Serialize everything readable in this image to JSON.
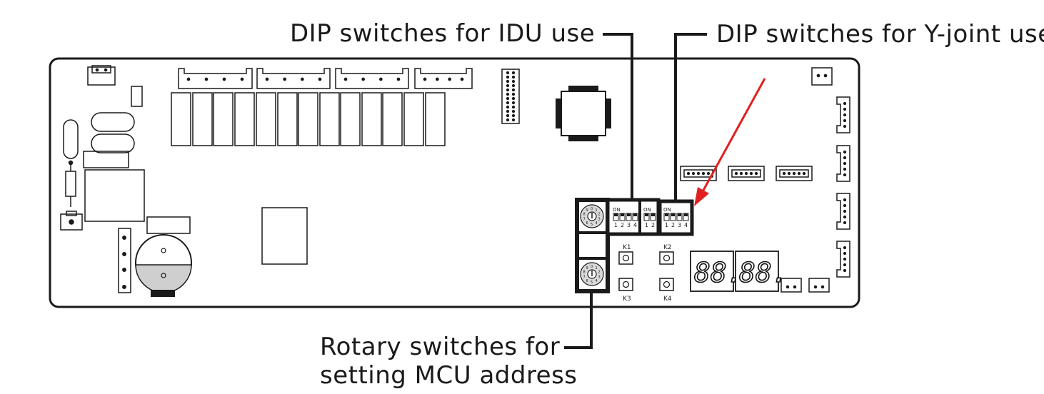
{
  "callouts": {
    "idu_dip": "DIP switches for IDU use",
    "yjoint_dip": "DIP switches for Y-joint use",
    "rotary_line1": "Rotary switches for",
    "rotary_line2": "setting MCU address"
  },
  "dip_switches": {
    "on_label": "ON",
    "idu_main_numbers": [
      "1",
      "2",
      "3",
      "4"
    ],
    "idu_small_numbers": [
      "1",
      "2"
    ],
    "yjoint_numbers": [
      "1",
      "2",
      "3",
      "4"
    ]
  },
  "rotary_dials": {
    "digits": [
      "0",
      "1",
      "2",
      "3",
      "4",
      "5",
      "6",
      "7",
      "8",
      "9"
    ]
  },
  "keys": {
    "k1": "K1",
    "k2": "K2",
    "k3": "K3",
    "k4": "K4"
  },
  "displays": {
    "left": "88.",
    "right": "88."
  },
  "colors": {
    "arrow": "#e02020",
    "outline": "#1a1a1a",
    "callout_line": "#1a1a1a"
  }
}
